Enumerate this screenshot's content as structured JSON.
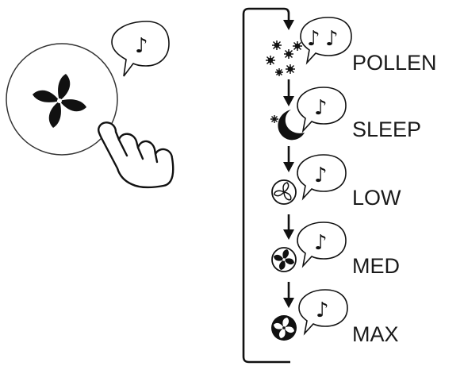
{
  "diagram": {
    "button_icon": "fan-button-icon",
    "press_icon": "hand-pointer-icon",
    "sound_glyph": "♪",
    "modes": [
      {
        "label": "POLLEN",
        "icon": "pollen-icon",
        "beeps": 2
      },
      {
        "label": "SLEEP",
        "icon": "sleep-moon-icon",
        "beeps": 1
      },
      {
        "label": "LOW",
        "icon": "fan-low-icon",
        "beeps": 1
      },
      {
        "label": "MED",
        "icon": "fan-med-icon",
        "beeps": 1
      },
      {
        "label": "MAX",
        "icon": "fan-max-icon",
        "beeps": 1
      }
    ],
    "colors": {
      "ink": "#111111",
      "label": "#1a1a1a"
    }
  }
}
